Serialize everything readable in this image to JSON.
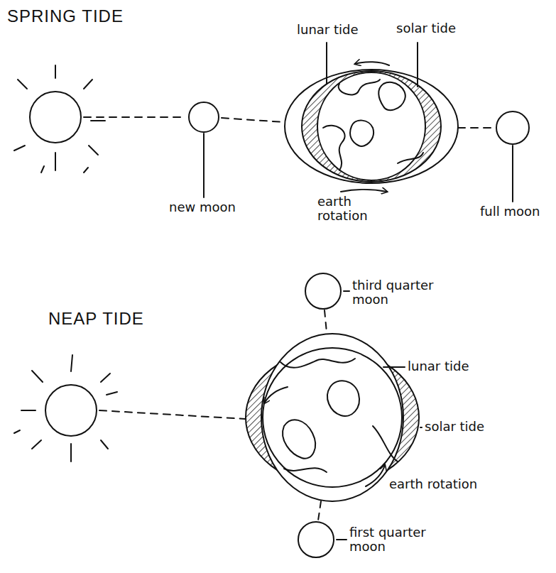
{
  "diagram": {
    "labels": [
      "SPRING TIDE",
      "lunar tide",
      "solar tide",
      "new moon",
      "earth rotation",
      "full moon",
      "NEAP TIDE",
      "third quarter moon",
      "lunar tide",
      "solar tide",
      "earth rotation",
      "first quarter moon"
    ]
  }
}
